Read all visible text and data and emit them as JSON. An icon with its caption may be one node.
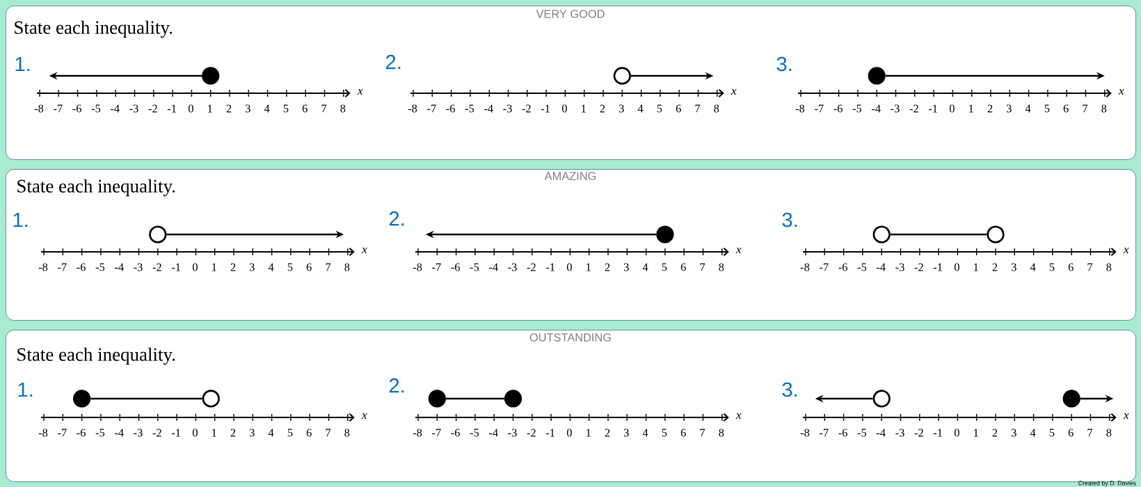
{
  "diagram": {
    "nodes": [
      {
        "text": [
          "VERY GOOD",
          "State each inequality."
        ]
      },
      {
        "text": [],
        "shape": "dot",
        "in": 0
      },
      {
        "text": [],
        "shape": "circle",
        "in": 0
      },
      {
        "text": [],
        "shape": "dot",
        "in": 0
      },
      {
        "text": [
          "AMAZING",
          "State each inequality."
        ]
      },
      {
        "text": [],
        "shape": "circle",
        "in": 4
      },
      {
        "text": [],
        "shape": "dot",
        "in": 4
      },
      {
        "text": [],
        "shape": "circle",
        "in": 4
      },
      {
        "text": [],
        "shape": "circle",
        "in": 4
      },
      {
        "text": [
          "OUTSTANDING",
          "State each inequality."
        ]
      },
      {
        "text": [],
        "shape": "dot",
        "in": 9
      },
      {
        "text": [],
        "shape": "circle",
        "in": 9
      },
      {
        "text": [],
        "shape": "dot",
        "in": 9
      },
      {
        "text": [],
        "shape": "dot",
        "in": 9
      },
      {
        "text": [],
        "shape": "circle",
        "in": 9
      },
      {
        "text": [],
        "shape": "dot",
        "in": 9
      }
    ],
    "edges": [
      {
        "from": 1,
        "to": null,
        "arrow": "to"
      },
      {
        "from": 2,
        "to": null,
        "arrow": "to"
      },
      {
        "from": 3,
        "to": null,
        "arrow": "to"
      },
      {
        "from": 5,
        "to": null,
        "arrow": "to"
      },
      {
        "from": 6,
        "to": null,
        "arrow": "to"
      },
      {
        "from": 7,
        "to": 8,
        "arrow": "none"
      },
      {
        "from": 10,
        "to": 11,
        "arrow": "none"
      },
      {
        "from": 12,
        "to": 13,
        "arrow": "none"
      },
      {
        "from": 14,
        "to": null,
        "arrow": "to"
      },
      {
        "from": 15,
        "to": null,
        "arrow": "to"
      }
    ],
    "labels": [
      "1.",
      "-8",
      "-7",
      "-6",
      "-5",
      "-4",
      "-3",
      "-2",
      "-1",
      "0",
      "1",
      "2",
      "3",
      "4",
      "5",
      "6",
      "7",
      "8",
      "x",
      "2.",
      "-8",
      "-7",
      "-6",
      "-5",
      "-4",
      "-3",
      "-2",
      "-1",
      "0",
      "1",
      "2",
      "3",
      "4",
      "5",
      "6",
      "7",
      "8",
      "x",
      "3.",
      "-8",
      "-7",
      "-6",
      "-5",
      "-4",
      "-3",
      "-2",
      "-1",
      "0",
      "1",
      "2",
      "3",
      "4",
      "5",
      "6",
      "7",
      "8",
      "x",
      "1.",
      "-8",
      "-7",
      "-6",
      "-5",
      "-4",
      "-3",
      "-2",
      "-1",
      "0",
      "1",
      "2",
      "3",
      "4",
      "5",
      "6",
      "7",
      "8",
      "x",
      "2.",
      "-8",
      "-7",
      "-6",
      "-5",
      "-4",
      "-3",
      "-2",
      "-1",
      "0",
      "1",
      "2",
      "3",
      "4",
      "5",
      "6",
      "7",
      "8",
      "x",
      "3.",
      "-8",
      "-7",
      "-6",
      "-5",
      "-4",
      "-3",
      "-2",
      "-1",
      "0",
      "1",
      "2",
      "3",
      "4",
      "5",
      "6",
      "7",
      "8",
      "x",
      "1.",
      "-8",
      "-7",
      "-6",
      "-5",
      "-4",
      "-3",
      "-2",
      "-1",
      "0",
      "1",
      "2",
      "3",
      "4",
      "5",
      "6",
      "7",
      "8",
      "x",
      "2.",
      "-8",
      "-7",
      "-6",
      "-5",
      "-4",
      "-3",
      "-2",
      "-1",
      "0",
      "1",
      "2",
      "3",
      "4",
      "5",
      "6",
      "7",
      "8",
      "x",
      "3.",
      "-8",
      "-7",
      "-6",
      "-5",
      "-4",
      "-3",
      "-2",
      "-1",
      "0",
      "1",
      "2",
      "3",
      "4",
      "5",
      "6",
      "7",
      "8",
      "x",
      "Created by D. Davies"
    ]
  }
}
